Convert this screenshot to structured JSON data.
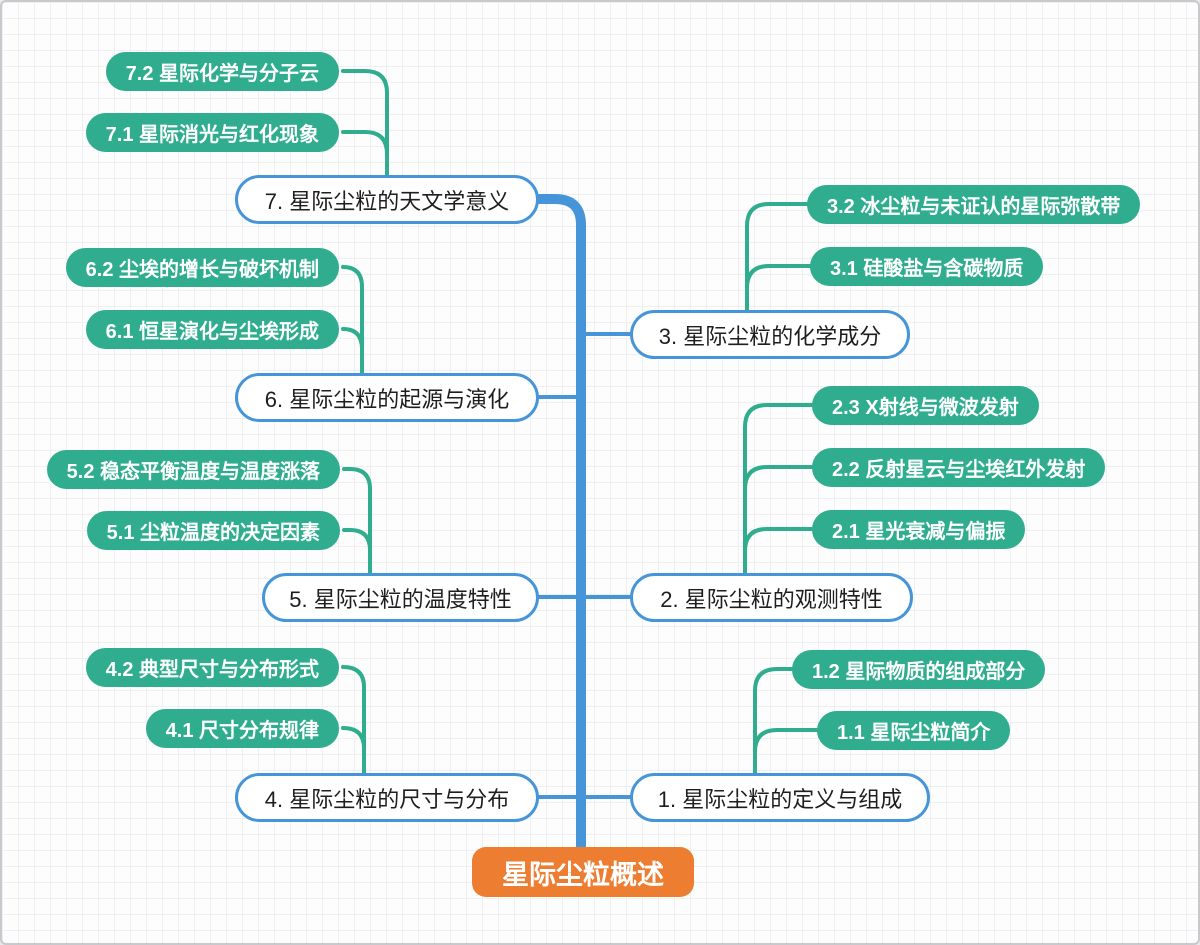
{
  "title": "星际尘粒概述",
  "root": {
    "label": "星际尘粒概述"
  },
  "branches": [
    {
      "label": "1. 星际尘粒的定义与组成",
      "children": [
        {
          "label": "1.1 星际尘粒简介"
        },
        {
          "label": "1.2 星际物质的组成部分"
        }
      ]
    },
    {
      "label": "2. 星际尘粒的观测特性",
      "children": [
        {
          "label": "2.1 星光衰减与偏振"
        },
        {
          "label": "2.2 反射星云与尘埃红外发射"
        },
        {
          "label": "2.3 X射线与微波发射"
        }
      ]
    },
    {
      "label": "3. 星际尘粒的化学成分",
      "children": [
        {
          "label": "3.1 硅酸盐与含碳物质"
        },
        {
          "label": "3.2 冰尘粒与未证认的星际弥散带"
        }
      ]
    },
    {
      "label": "4. 星际尘粒的尺寸与分布",
      "children": [
        {
          "label": "4.1 尺寸分布规律"
        },
        {
          "label": "4.2 典型尺寸与分布形式"
        }
      ]
    },
    {
      "label": "5. 星际尘粒的温度特性",
      "children": [
        {
          "label": "5.1 尘粒温度的决定因素"
        },
        {
          "label": "5.2 稳态平衡温度与温度涨落"
        }
      ]
    },
    {
      "label": "6. 星际尘粒的起源与演化",
      "children": [
        {
          "label": "6.1 恒星演化与尘埃形成"
        },
        {
          "label": "6.2 尘埃的增长与破坏机制"
        }
      ]
    },
    {
      "label": "7. 星际尘粒的天文学意义",
      "children": [
        {
          "label": "7.1 星际消光与红化现象"
        },
        {
          "label": "7.2 星际化学与分子云"
        }
      ]
    }
  ],
  "colors": {
    "trunk_blue": "#4795D9",
    "subtopic_teal": "#2FAD8E",
    "root_orange": "#ED7D31",
    "branch_text": "#1E1E1E"
  }
}
